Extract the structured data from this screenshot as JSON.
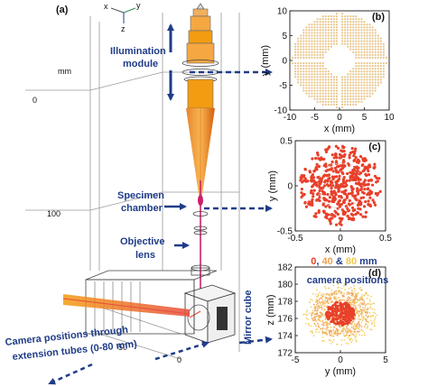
{
  "panel_a": {
    "label": "(a)",
    "axis_x": "x",
    "axis_y": "y",
    "axis_z": "z",
    "unit": "mm",
    "scale_ticks": [
      "0",
      "100",
      "50",
      "0"
    ],
    "annotations": {
      "illumination": [
        "Illumination",
        "module"
      ],
      "specimen": [
        "Specimen",
        "chamber"
      ],
      "objective": [
        "Objective",
        "lens"
      ],
      "mirror": "Mirror cube",
      "camera": [
        "Camera positions through",
        "extension tubes (0-80 mm)"
      ]
    },
    "colors": {
      "beam": "#f39c12",
      "beam_dark": "#d35400",
      "arrow": "#1f3c88",
      "laser": "#e74c3c",
      "focus": "#cc1f6a"
    }
  },
  "chart_data": [
    {
      "panel": "(b)",
      "type": "scatter",
      "title": "",
      "xlabel": "x (mm)",
      "ylabel": "y (mm)",
      "xlim": [
        -10,
        10
      ],
      "ylim": [
        -10,
        10
      ],
      "xticks": [
        "-10",
        "-5",
        "0",
        "5",
        "10"
      ],
      "yticks": [
        "10",
        "5",
        "0",
        "-5",
        "-10"
      ],
      "grid": false,
      "description_pattern": "annulus",
      "inner_radius": 3,
      "outer_radius": 9.5,
      "color": "#e8c58a"
    },
    {
      "panel": "(c)",
      "type": "scatter",
      "title": "",
      "xlabel": "x (mm)",
      "ylabel": "y (mm)",
      "xlim": [
        -0.5,
        0.5
      ],
      "ylim": [
        -0.5,
        0.5
      ],
      "xticks": [
        "-0.5",
        "0",
        "0.5"
      ],
      "yticks": [
        "0.5",
        "0",
        "-0.5"
      ],
      "grid": false,
      "outer_radius": 0.45,
      "color": "#e8402a"
    },
    {
      "panel": "(d)",
      "type": "scatter",
      "title": "",
      "xlabel": "y (mm)",
      "ylabel": "z (mm)",
      "xlim": [
        -5,
        5
      ],
      "ylim": [
        171,
        182
      ],
      "xticks": [
        "-5",
        "0",
        "5"
      ],
      "yticks": [
        "182",
        "180",
        "178",
        "176",
        "174",
        "172"
      ],
      "grid": false,
      "legend": {
        "values": [
          "0",
          "40",
          "80"
        ],
        "separators": [
          ", ",
          " & ",
          " mm"
        ],
        "line2": "camera positions",
        "colors": [
          "#e8402a",
          "#f0a050",
          "#f2c84b"
        ]
      },
      "series": [
        {
          "values_center": [
            0,
            176
          ],
          "radius": 1.6,
          "color": "#e8402a"
        },
        {
          "values_center": [
            0,
            176
          ],
          "radius": 3.2,
          "color": "#f0a050"
        },
        {
          "values_center": [
            0,
            176
          ],
          "radius": 4.2,
          "color": "#f2c84b"
        }
      ]
    }
  ]
}
